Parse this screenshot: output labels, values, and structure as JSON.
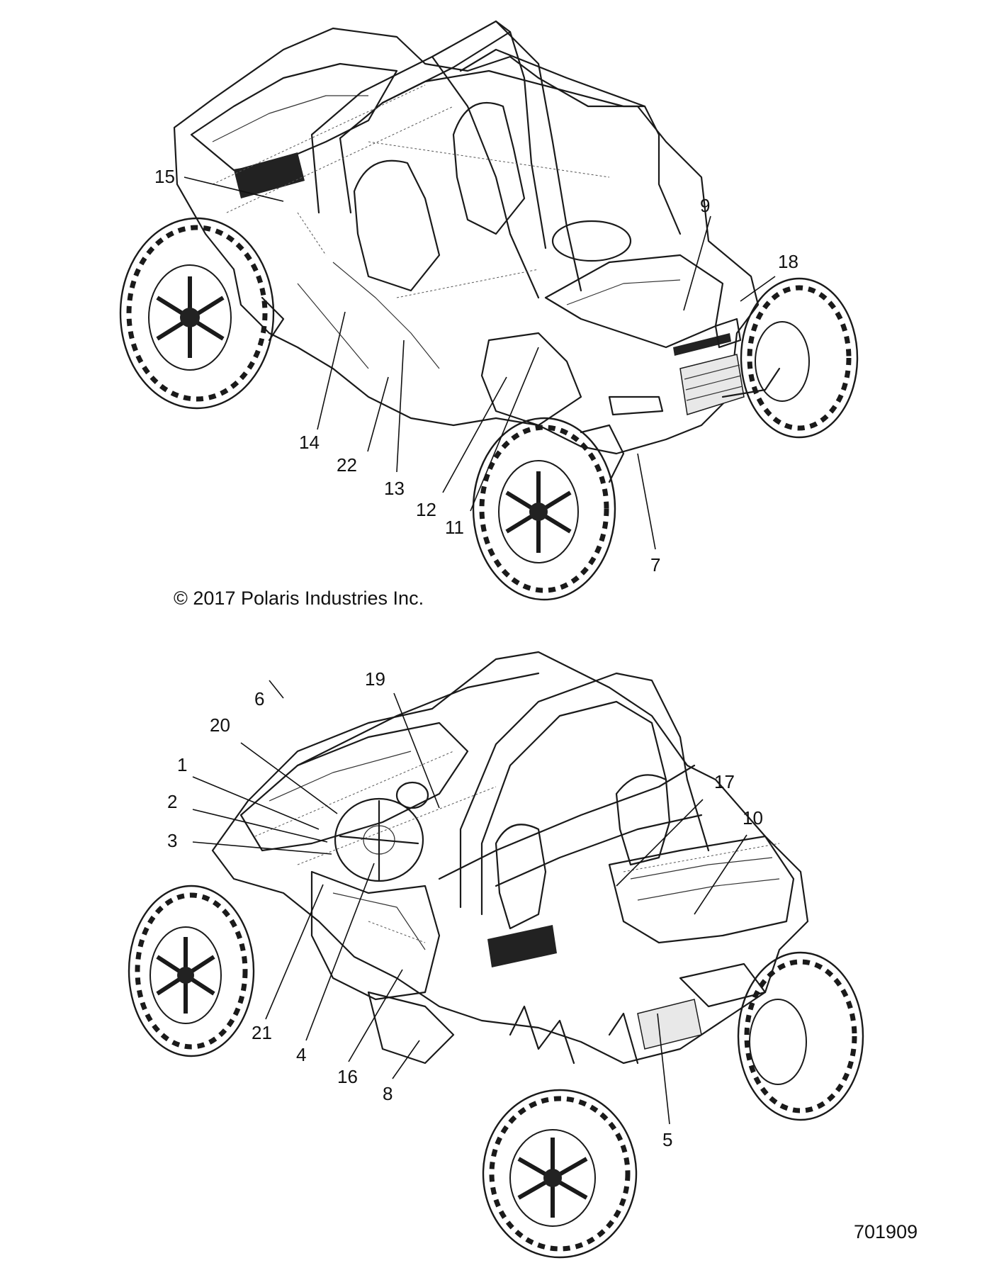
{
  "copyright": "© 2017 Polaris Industries Inc.",
  "part_number": "701909",
  "top_view": {
    "callouts": [
      "15",
      "9",
      "18",
      "14",
      "22",
      "13",
      "12",
      "11",
      "7"
    ]
  },
  "bottom_view": {
    "callouts": [
      "19",
      "6",
      "20",
      "1",
      "2",
      "3",
      "17",
      "10",
      "21",
      "4",
      "16",
      "8",
      "5"
    ]
  }
}
